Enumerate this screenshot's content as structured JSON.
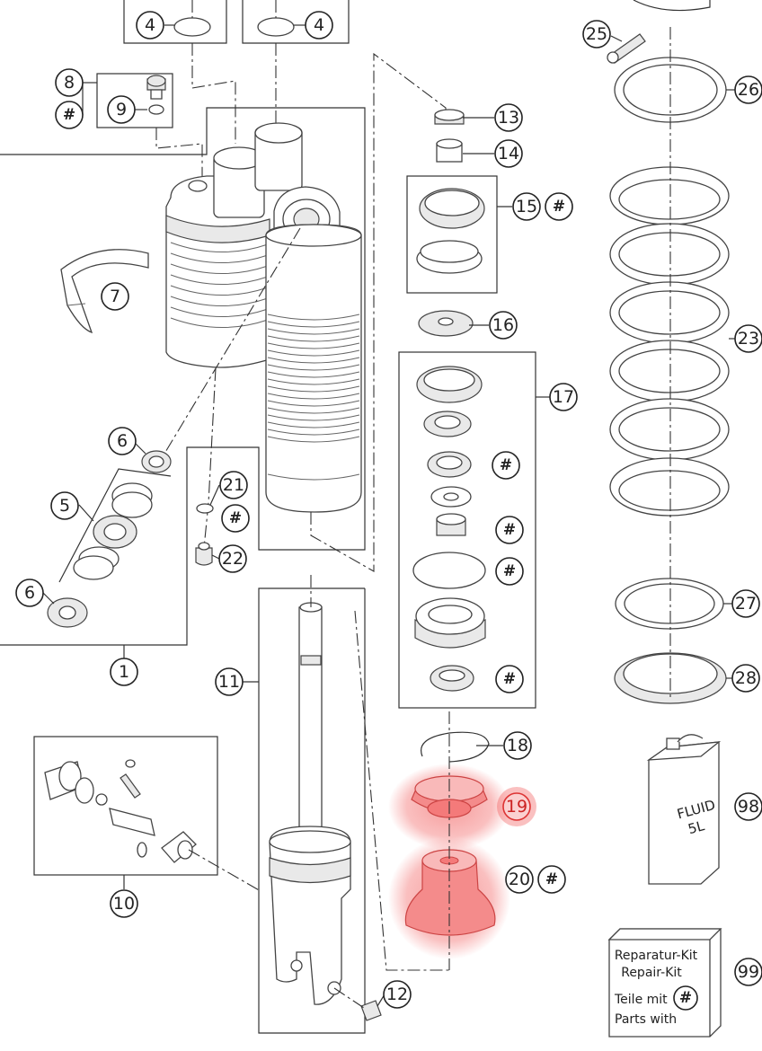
{
  "callouts": {
    "c4a": "4",
    "c4b": "4",
    "c8": "8",
    "c9": "9",
    "c7": "7",
    "c6a": "6",
    "c6b": "6",
    "c5": "5",
    "c1": "1",
    "c21": "21",
    "c22": "22",
    "c11": "11",
    "c10": "10",
    "c12": "12",
    "c13": "13",
    "c14": "14",
    "c15": "15",
    "c16": "16",
    "c17": "17",
    "c18": "18",
    "c19": "19",
    "c20": "20",
    "c25": "25",
    "c26": "26",
    "c23": "23",
    "c27": "27",
    "c28": "28",
    "c98": "98",
    "c99": "99"
  },
  "hash_symbol": "#",
  "fluid_can": {
    "line1": "FLUID",
    "line2": "5L"
  },
  "repair_kit": {
    "line1": "Reparatur-Kit",
    "line2": "Repair-Kit",
    "line3": "Teile mit",
    "line4": "Parts with"
  },
  "highlight_color": "#f04a4a"
}
